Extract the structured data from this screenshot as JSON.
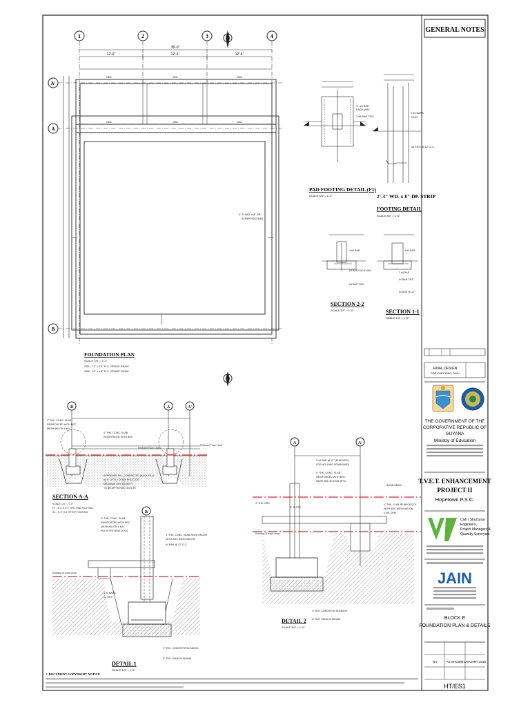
{
  "drawing": {
    "general_notes_title": "GENERAL NOTES",
    "grid": {
      "columns": [
        "1",
        "2",
        "3",
        "4"
      ],
      "rows_top": [
        "A'",
        "A"
      ],
      "rows_bottom": [
        "B"
      ]
    },
    "plan": {
      "title": "FOUNDATION PLAN",
      "dims_top": [
        "12'-6\"",
        "12'-6\"",
        "12'-6\""
      ],
      "dims_overall": "38'-0\""
    },
    "details": {
      "pad_footing": "PAD FOOTING DETAIL (F1)",
      "strip_footing_line1": "2'-3\" WD. x 8\" DP. STRIP",
      "strip_footing_line2": "FOOTING DETAIL",
      "section_2_2": "SECTION 2-2",
      "section_1_1": "SECTION 1-1",
      "section_a_a": "SECTION A-A",
      "detail_1": "DETAIL 1",
      "detail_2": "DETAIL 2"
    },
    "copyright_heading": "© DOCUMENT COPYRIGHT NOTICE"
  },
  "title_block": {
    "status_line1": "FINAL DESIGN",
    "status_line2": "FOR CHECKING ONLY",
    "government_line1": "THE GOVERNMENT OF THE",
    "government_line2": "CORPORATIVE REPUBLIC OF",
    "government_line3": "GUYANA",
    "ministry": "Ministry of Education",
    "project_name_line1": "T.V.E.T. ENHANCEMENT",
    "project_name_line2": "PROJECT II",
    "location": "Hopetown P.S.C.",
    "engineer_services": [
      "Civil / Structural",
      "Engineers,",
      "Project Managers &",
      "Quantity Surveyors"
    ],
    "architect_logo_text": "JAIN",
    "sheet_title_line1": "BLOCK E",
    "sheet_title_line2": "FOUNDATION PLAN & DETAILS",
    "scale": "AS SHOWN",
    "date": "JANUARY 2018",
    "drawing_number": "HT/ES1"
  },
  "colors": {
    "line": "#1a1a1a",
    "section_cut": "#e11d2e",
    "logo_green": "#5bb33b",
    "logo_blue": "#1b5fa8"
  }
}
